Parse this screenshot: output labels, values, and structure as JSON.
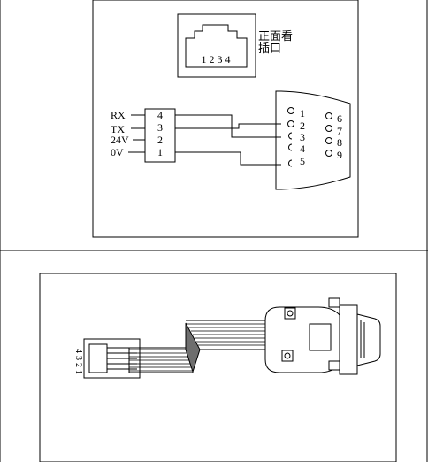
{
  "top_diagram": {
    "jack_view": {
      "pin_numbers": "1 2 3 4",
      "caption_line1": "正面看",
      "caption_line2": "插口"
    },
    "signals": [
      {
        "name": "RX",
        "pin": "4"
      },
      {
        "name": "TX",
        "pin": "3"
      },
      {
        "name": "24V",
        "pin": "2"
      },
      {
        "name": "0V",
        "pin": "1"
      }
    ],
    "db9_left_pins": [
      "1",
      "2",
      "3",
      "4",
      "5"
    ],
    "db9_right_pins": [
      "6",
      "7",
      "8",
      "9"
    ]
  },
  "bottom_diagram": {
    "plug_pin_labels": [
      "4",
      "3",
      "2",
      "1"
    ]
  }
}
